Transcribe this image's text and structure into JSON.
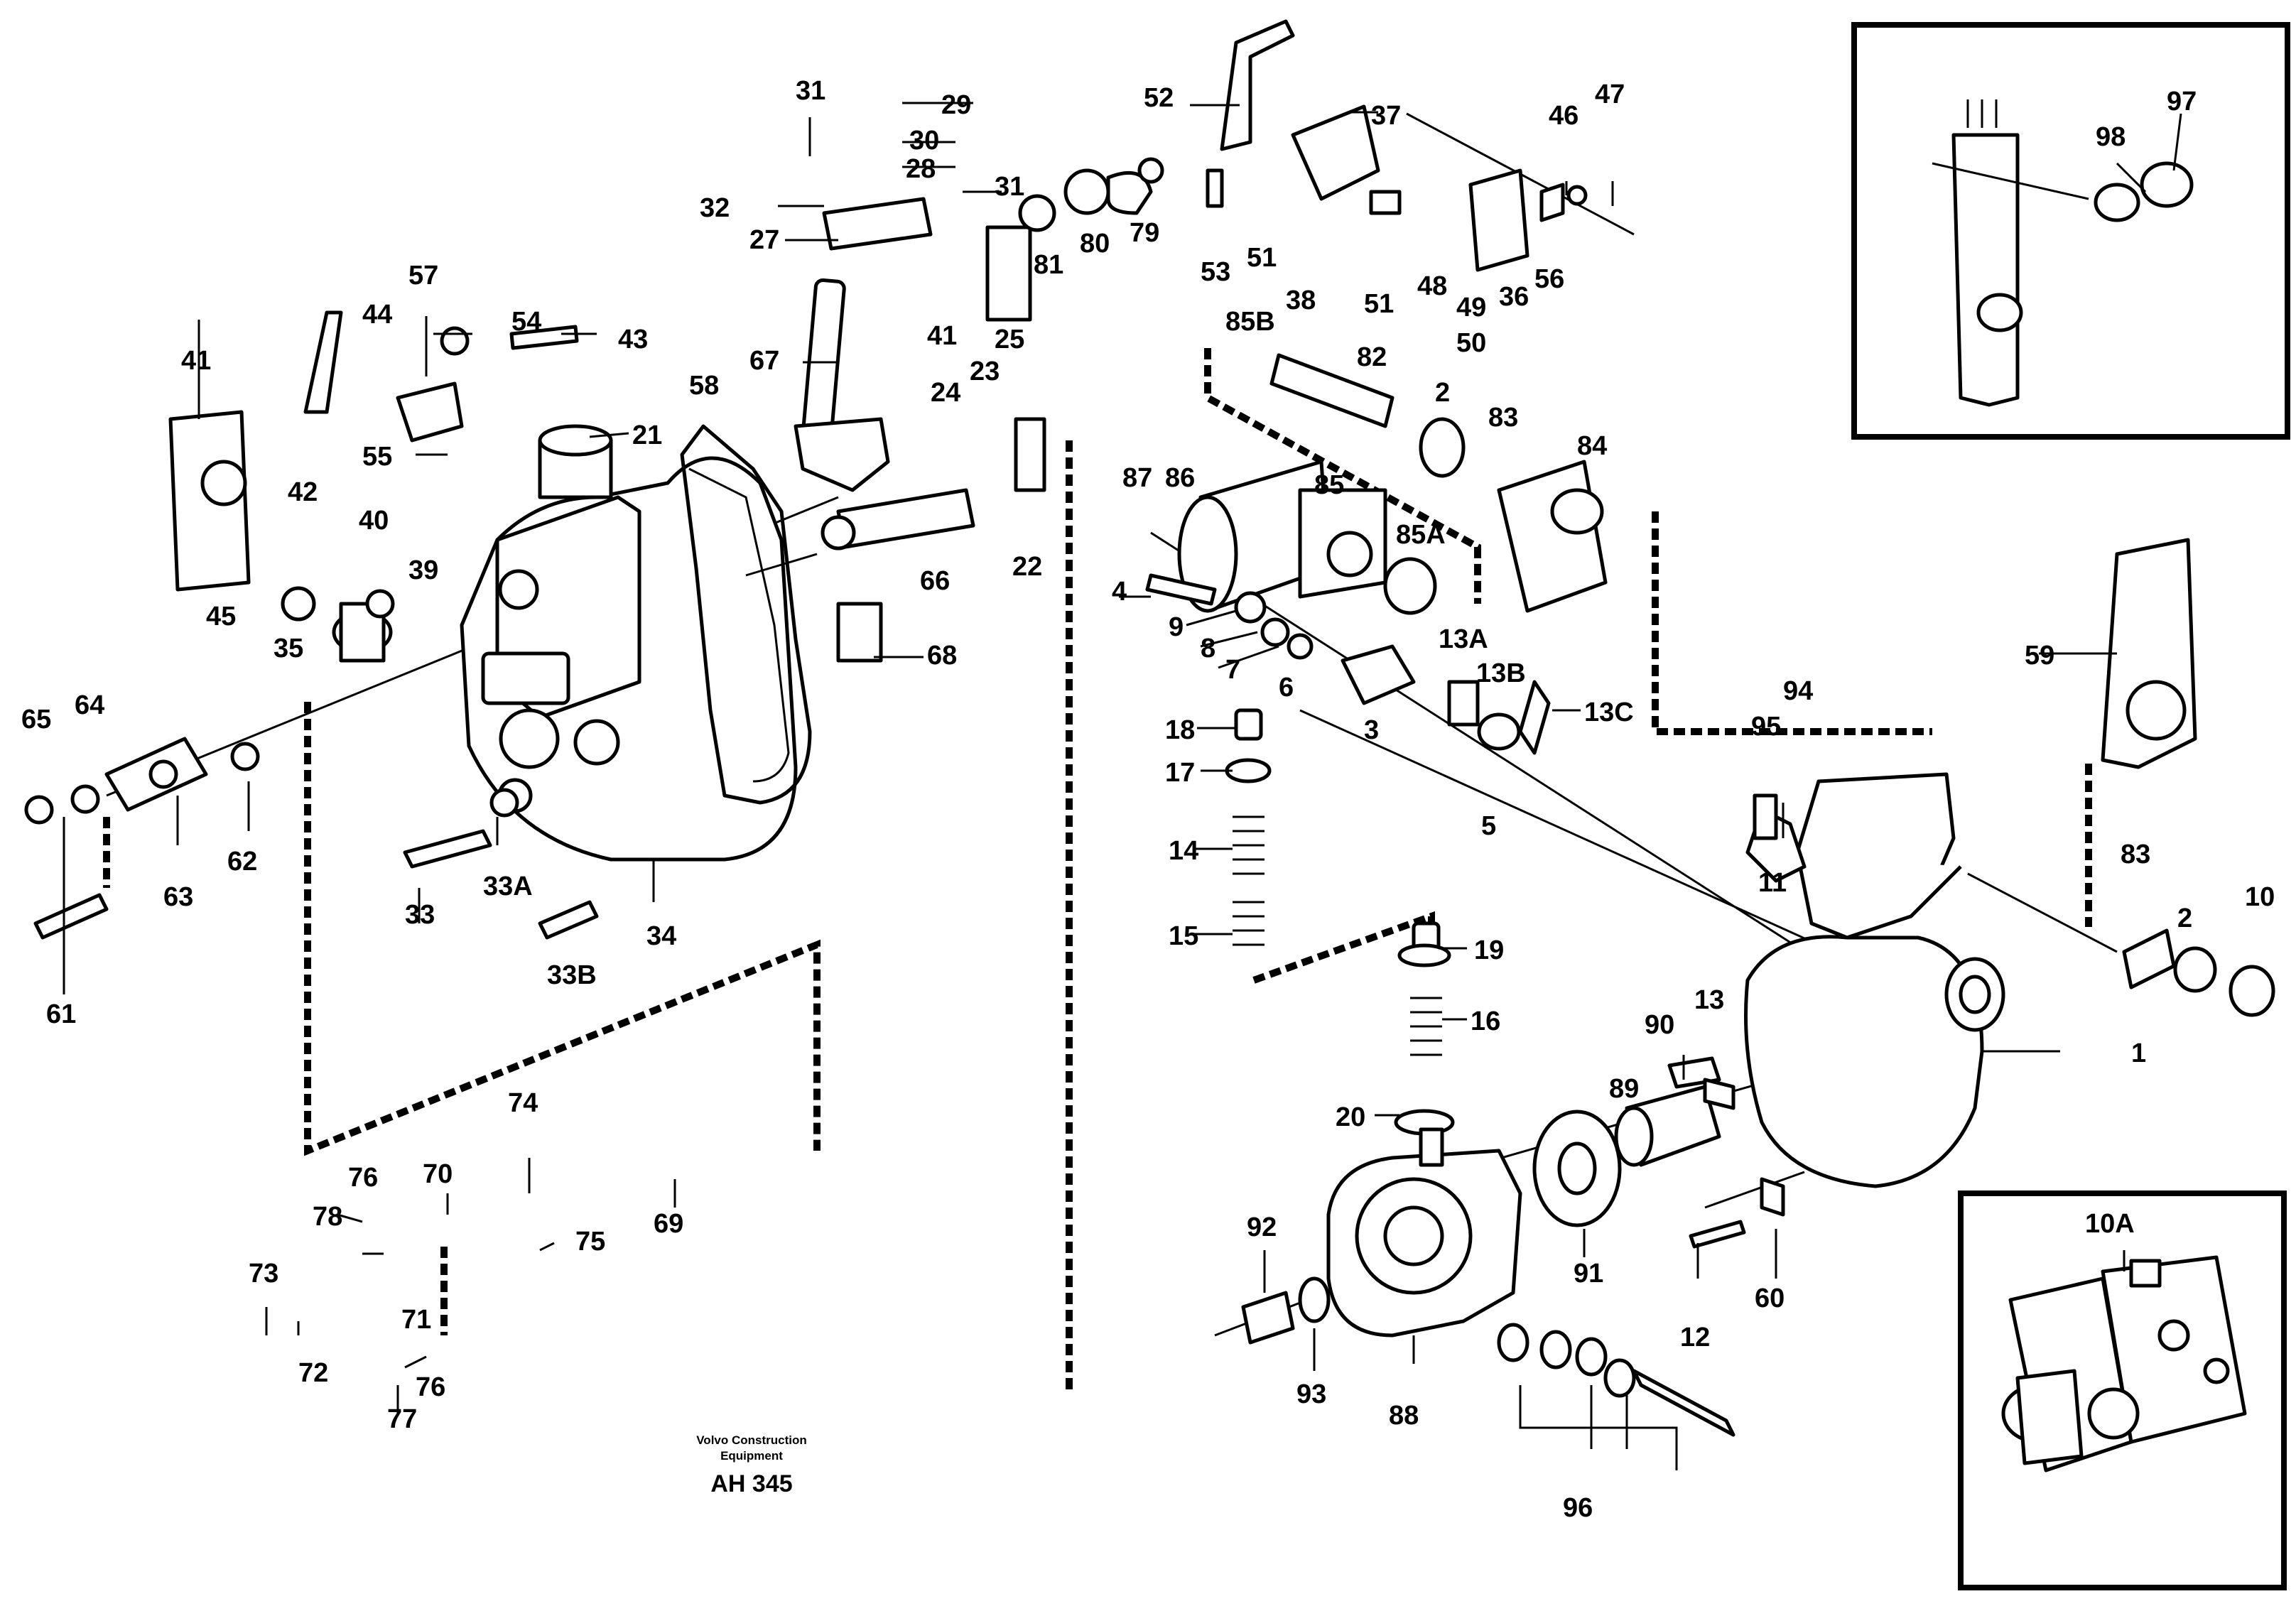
{
  "diagram": {
    "labels": [
      "1",
      "2",
      "3",
      "4",
      "5",
      "6",
      "7",
      "8",
      "9",
      "10",
      "10A",
      "11",
      "12",
      "13",
      "13A",
      "13B",
      "13C",
      "14",
      "15",
      "16",
      "17",
      "18",
      "19",
      "20",
      "21",
      "22",
      "23",
      "24",
      "25",
      "27",
      "28",
      "29",
      "30",
      "31",
      "32",
      "33",
      "33A",
      "33B",
      "34",
      "35",
      "36",
      "37",
      "38",
      "39",
      "40",
      "41",
      "42",
      "43",
      "44",
      "45",
      "46",
      "47",
      "48",
      "49",
      "50",
      "51",
      "52",
      "53",
      "54",
      "55",
      "56",
      "57",
      "58",
      "59",
      "60",
      "61",
      "62",
      "63",
      "64",
      "65",
      "66",
      "67",
      "68",
      "69",
      "70",
      "71",
      "72",
      "73",
      "74",
      "75",
      "76",
      "77",
      "78",
      "79",
      "80",
      "81",
      "82",
      "83",
      "84",
      "85",
      "85A",
      "85B",
      "86",
      "87",
      "88",
      "89",
      "90",
      "91",
      "92",
      "93",
      "94",
      "95",
      "96",
      "97",
      "98"
    ],
    "publisher_line1": "Volvo Construction",
    "publisher_line2": "Equipment",
    "drawing_code": "AH 345"
  }
}
